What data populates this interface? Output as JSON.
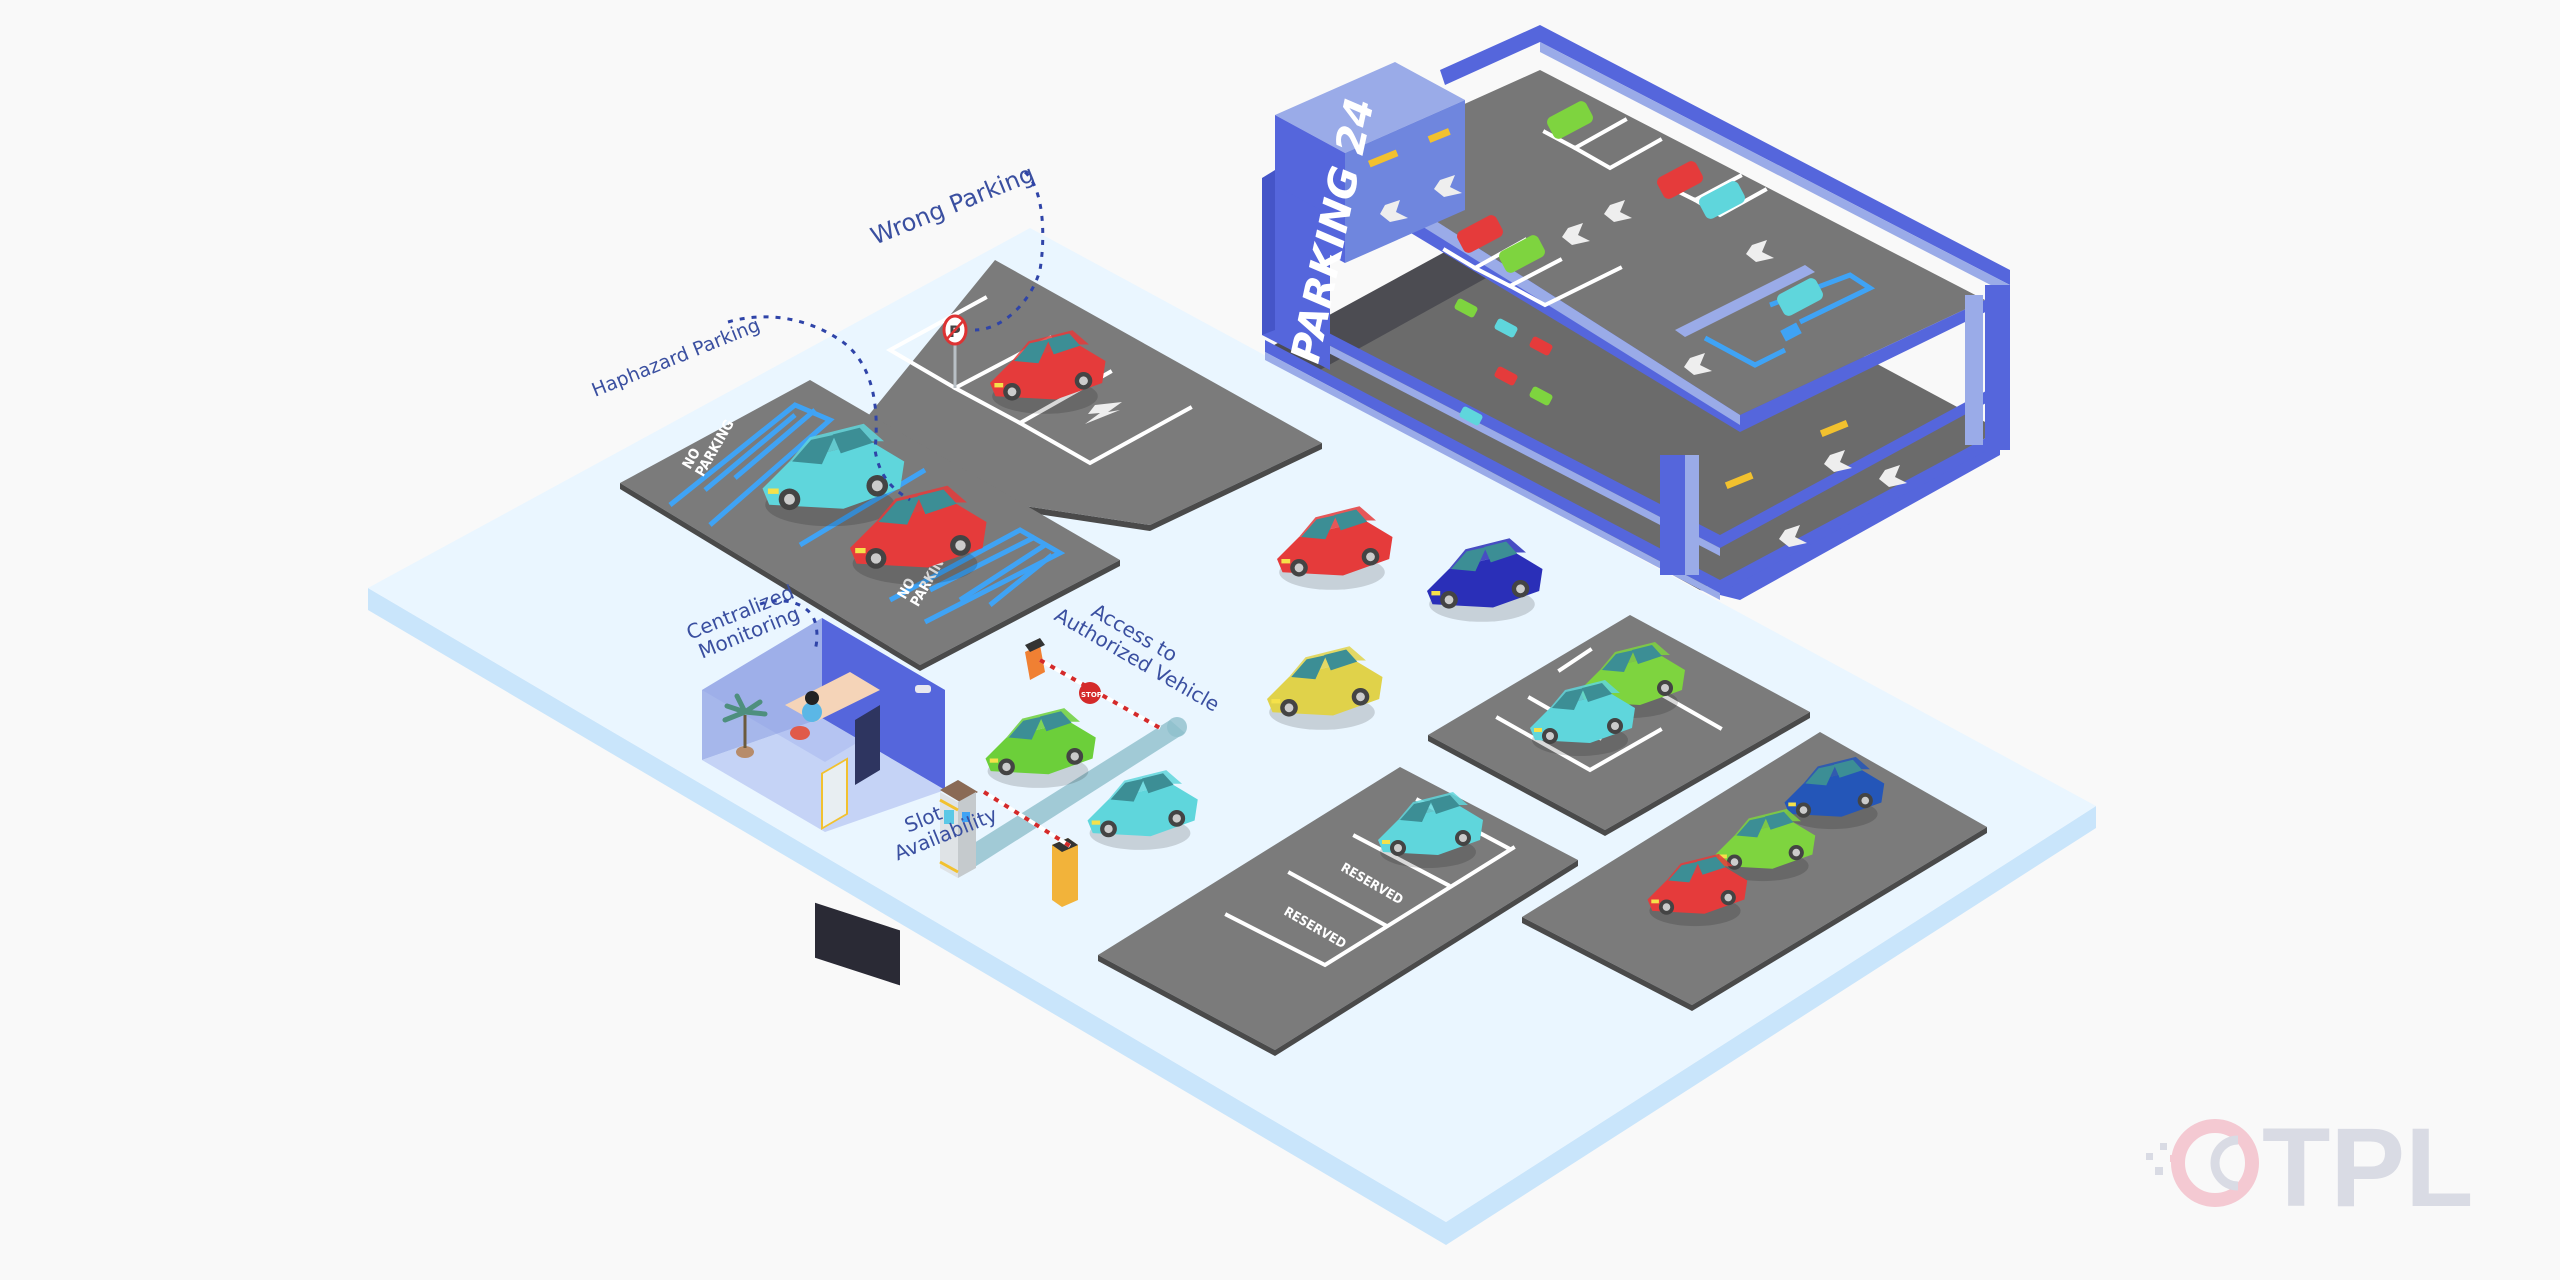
{
  "illustration": {
    "title": "Smart Parking System",
    "building_sign": "PARKING 24",
    "labels": {
      "wrong_parking": "Wrong Parking",
      "haphazard_parking": "Haphazard Parking",
      "centralized_monitoring_line1": "Centralized",
      "centralized_monitoring_line2": "Monitoring",
      "access_line1": "Access to",
      "access_line2": "Authorized Vehicle",
      "slot_line1": "Slot",
      "slot_line2": "Availability"
    },
    "ground_markings": {
      "no_parking_line1": "NO",
      "no_parking_line2": "PARKING",
      "reserved": "RESERVED",
      "stop": "STOP"
    },
    "icons": [
      "no-parking-sign-icon",
      "ev-charging-bolt-icon",
      "wheelchair-accessible-icon",
      "direction-arrow-icon",
      "security-camera-icon",
      "stop-sign-icon",
      "parking-meter-icon"
    ],
    "cars": [
      {
        "zone": "wrong-parking-lot",
        "color": "#e53b3b"
      },
      {
        "zone": "haphazard-lot",
        "color": "#5fd6dc"
      },
      {
        "zone": "haphazard-lot",
        "color": "#e53b3b"
      },
      {
        "zone": "driveway",
        "color": "#e53b3b"
      },
      {
        "zone": "driveway",
        "color": "#2a2fb8"
      },
      {
        "zone": "driveway",
        "color": "#e0d24a"
      },
      {
        "zone": "entry-gate",
        "color": "#6ccf3a"
      },
      {
        "zone": "exit-gate",
        "color": "#5fd6dc"
      },
      {
        "zone": "right-lot",
        "color": "#7ed43f"
      },
      {
        "zone": "right-lot",
        "color": "#5fd6dc"
      },
      {
        "zone": "reserved-lot",
        "color": "#5fd6dc"
      },
      {
        "zone": "far-right-lot",
        "color": "#2456b8"
      },
      {
        "zone": "far-right-lot",
        "color": "#7ed43f"
      },
      {
        "zone": "far-right-lot",
        "color": "#e53b3b"
      }
    ],
    "colors": {
      "background": "#f9f9f9",
      "platform_top": "#eaf6ff",
      "platform_side": "#c9e5fb",
      "asphalt": "#7b7b7b",
      "building_primary": "#5566dc",
      "building_light": "#9aabe8",
      "label_text": "#3a4fa0",
      "no_parking_blue": "#3fa3f5"
    }
  },
  "watermark": {
    "text": "TPL",
    "mark": "C",
    "accent_color": "#f4c9d2",
    "text_color": "#d9dbe4"
  }
}
